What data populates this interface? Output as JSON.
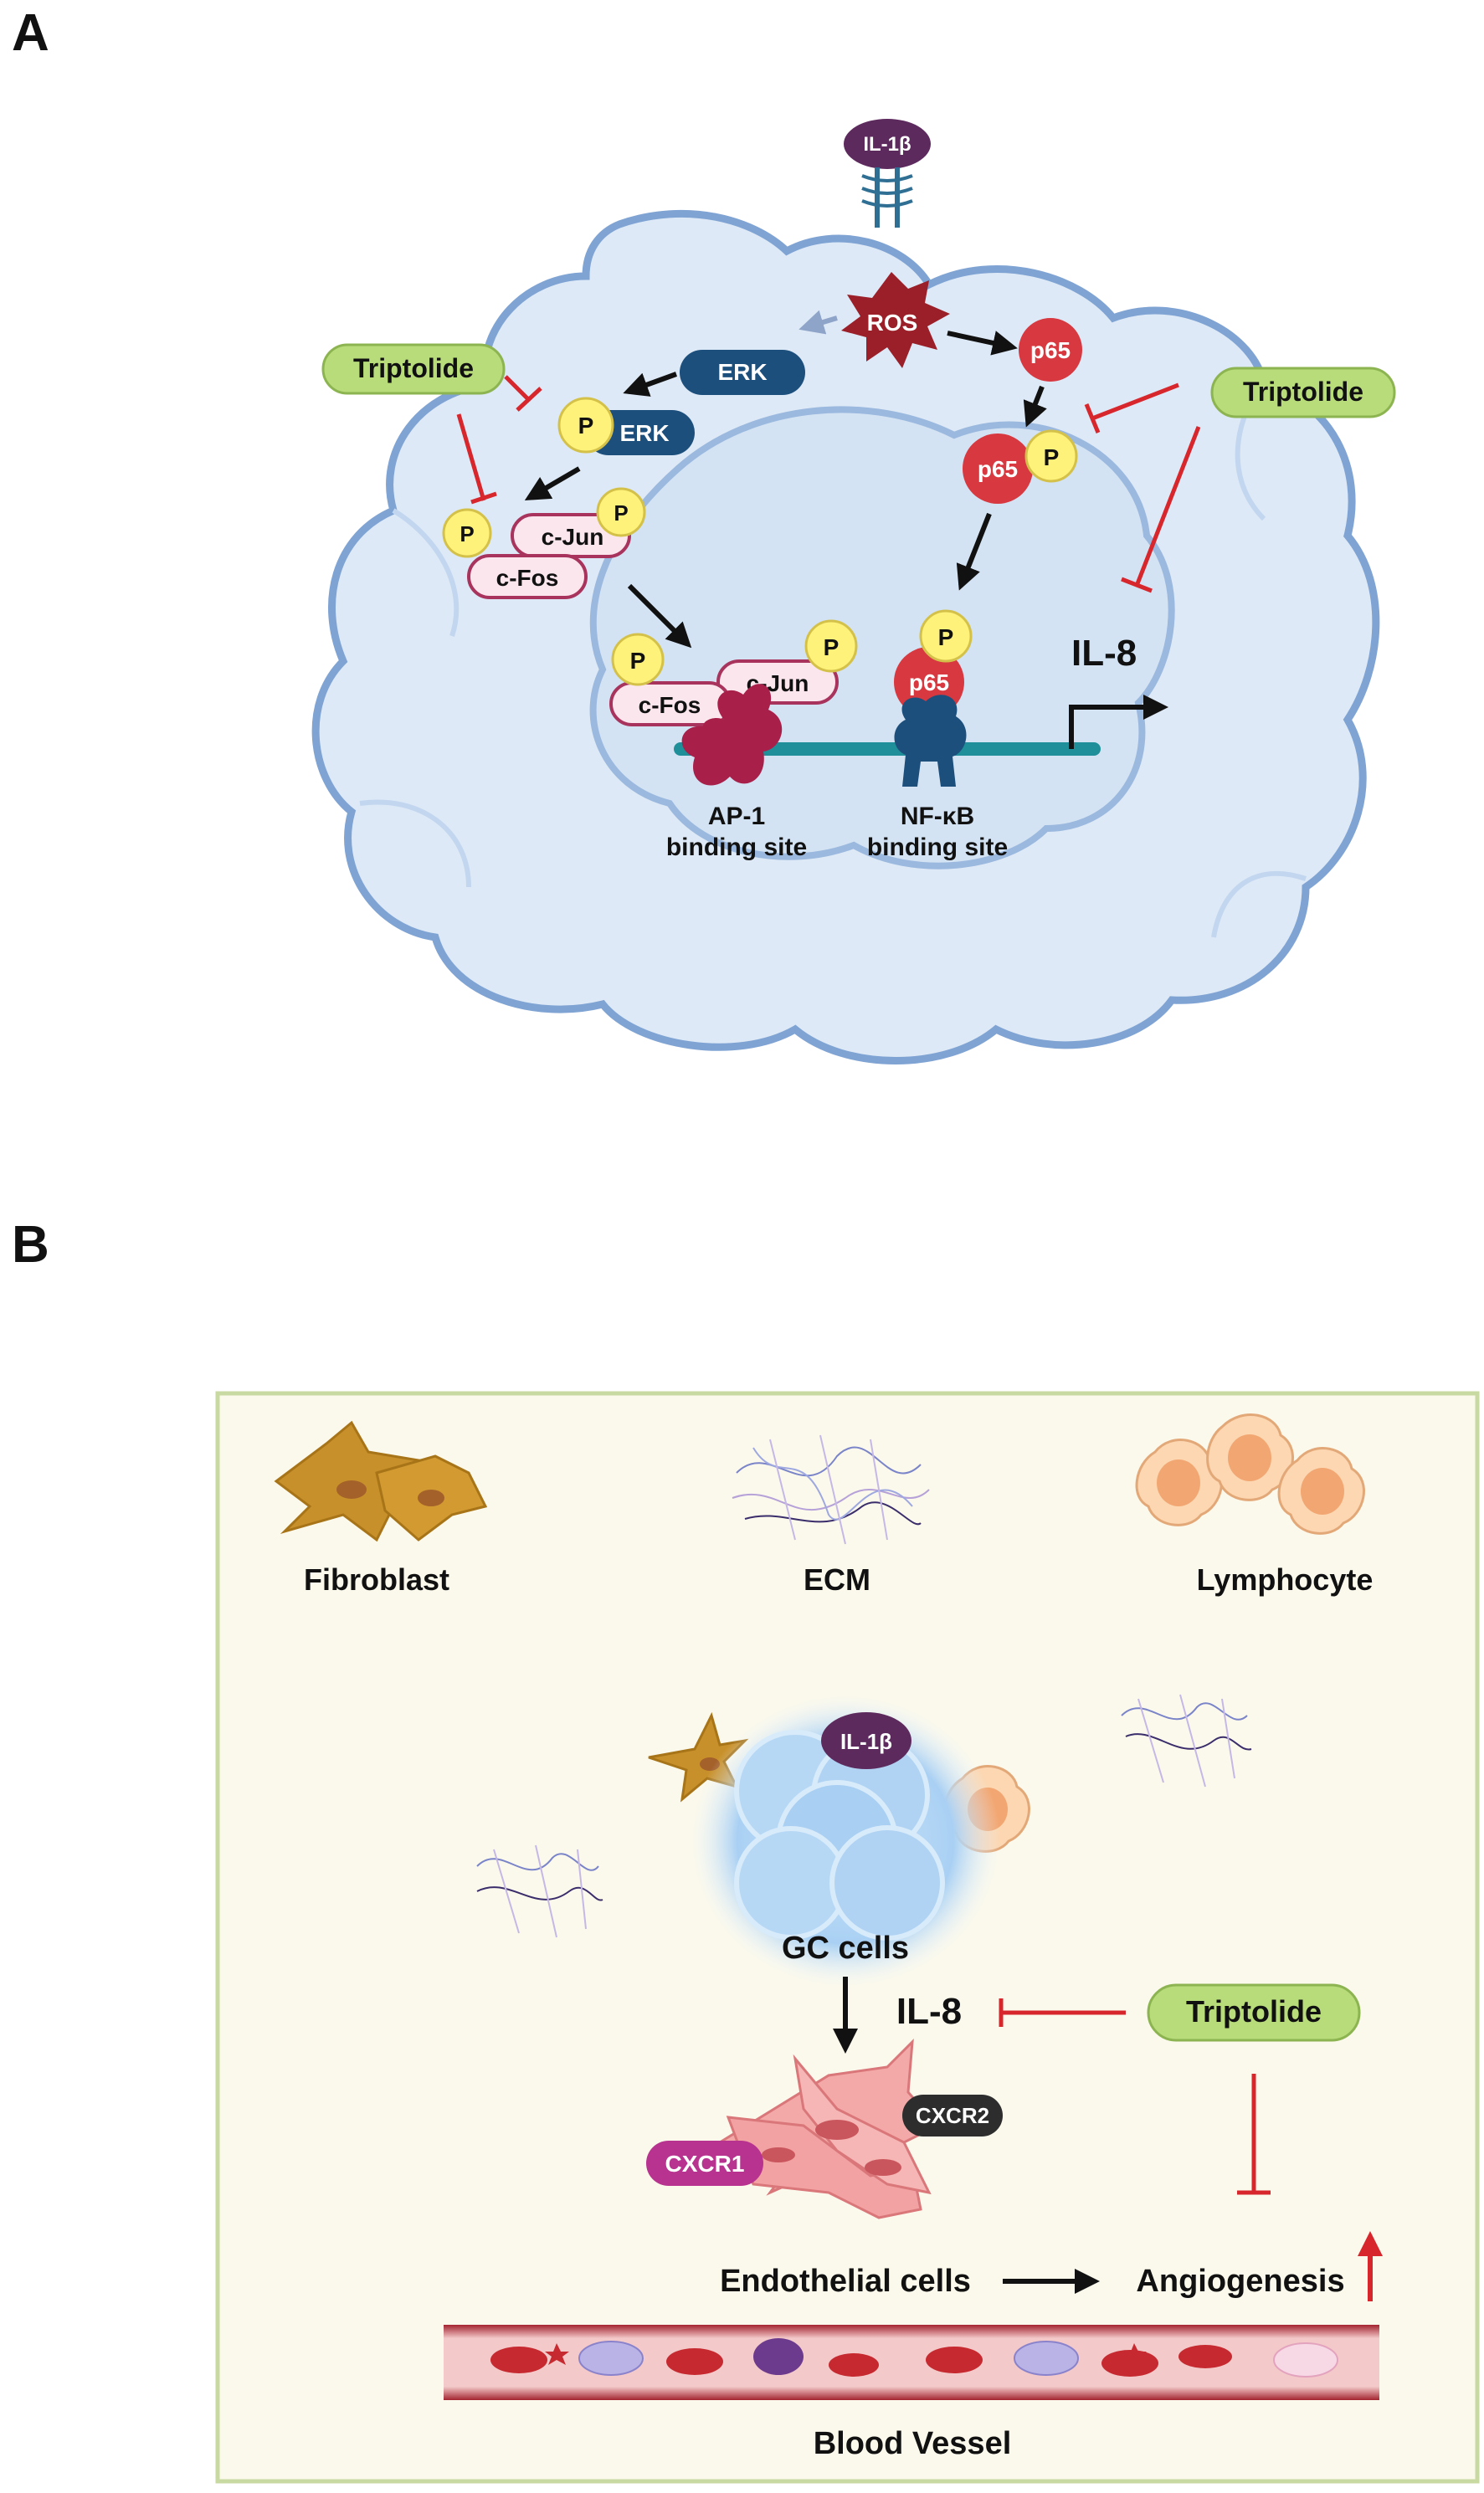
{
  "panels": {
    "a": "A",
    "b": "B"
  },
  "panel_a": {
    "ligand": "IL-1β",
    "ros": "ROS",
    "erk": "ERK",
    "p_erk": "ERK",
    "phospho": "P",
    "c_jun": "c-Jun",
    "c_fos": "c-Fos",
    "p65": "p65",
    "drug": "Triptolide",
    "gene": "IL-8",
    "ap1_site": [
      "AP-1",
      "binding site"
    ],
    "nfkb_site": [
      "NF-κB",
      "binding site"
    ]
  },
  "panel_b": {
    "fibroblast": "Fibroblast",
    "ecm": "ECM",
    "lymphocyte": "Lymphocyte",
    "ligand": "IL-1β",
    "gc_cells": "GC cells",
    "gene": "IL-8",
    "drug": "Triptolide",
    "cxcr1": "CXCR1",
    "cxcr2": "CXCR2",
    "endothelial": "Endothelial cells",
    "angiogenesis": "Angiogenesis",
    "vessel": "Blood Vessel"
  },
  "colors": {
    "cell_fill": "#dde9f6",
    "cell_edge": "#7fa3d3",
    "erk": "#1d4f7d",
    "p65": "#d8383f",
    "phospho": "#fff27a",
    "drug_fill": "#b8dc7a",
    "inhibit": "#d8262d",
    "ap1": "#a81f4a",
    "nfkb": "#1d4f7d",
    "jun_fill": "#fbe6ee",
    "jun_edge": "#a8345d",
    "il1b": "#5d2a5e",
    "panel_b_bg": "#fbf9ec",
    "panel_b_edge": "#c9d9a2",
    "cxcr1": "#b8338f",
    "cxcr2": "#2d2d2d",
    "vessel": "#a32430"
  }
}
